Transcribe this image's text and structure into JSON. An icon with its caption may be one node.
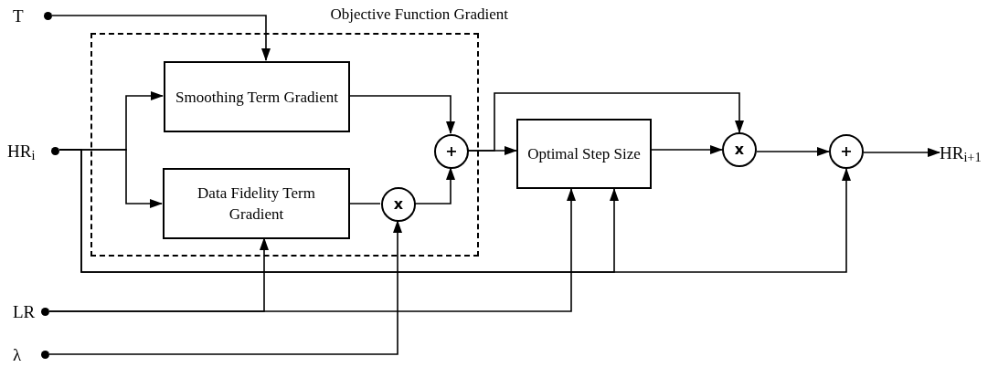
{
  "diagram": {
    "nodes": [
      {
        "text": [
          "Objective Function Gradient"
        ]
      },
      {
        "text": [
          "T"
        ]
      },
      {
        "text": [
          "HR$_{i}$"
        ]
      },
      {
        "text": [
          "LR"
        ]
      },
      {
        "text": [
          "λ"
        ]
      },
      {
        "text": [
          "Smoothing Term Gradient"
        ],
        "in": 0
      },
      {
        "text": [
          "Data Fidelity Term Gradient"
        ],
        "in": 0
      },
      {
        "text": [
          "+"
        ],
        "in": 0
      },
      {
        "text": [
          "x"
        ],
        "in": 0
      },
      {
        "text": [
          "Optimal Step Size"
        ]
      },
      {
        "text": [
          "x"
        ]
      },
      {
        "text": [
          "+"
        ]
      },
      {
        "text": [
          "HR$_{i+1}$"
        ]
      }
    ],
    "edges": [
      {
        "from": 1,
        "to": 5,
        "arrow": "to"
      },
      {
        "from": 2,
        "to": 5,
        "arrow": "to"
      },
      {
        "from": 2,
        "to": 6,
        "arrow": "to"
      },
      {
        "from": 2,
        "to": 9,
        "arrow": "to"
      },
      {
        "from": 2,
        "to": 11,
        "arrow": "to"
      },
      {
        "from": 3,
        "to": 6,
        "arrow": "to"
      },
      {
        "from": 3,
        "to": 9,
        "arrow": "to"
      },
      {
        "from": 4,
        "to": 8,
        "arrow": "to"
      },
      {
        "from": 5,
        "to": 7,
        "arrow": "to"
      },
      {
        "from": 6,
        "to": 8,
        "arrow": "none"
      },
      {
        "from": 8,
        "to": 7,
        "arrow": "to"
      },
      {
        "from": 7,
        "to": 9,
        "arrow": "to"
      },
      {
        "from": 7,
        "to": 10,
        "arrow": "to"
      },
      {
        "from": 9,
        "to": 10,
        "arrow": "to"
      },
      {
        "from": 10,
        "to": 11,
        "arrow": "to"
      },
      {
        "from": 11,
        "to": 12,
        "arrow": "to"
      }
    ]
  }
}
